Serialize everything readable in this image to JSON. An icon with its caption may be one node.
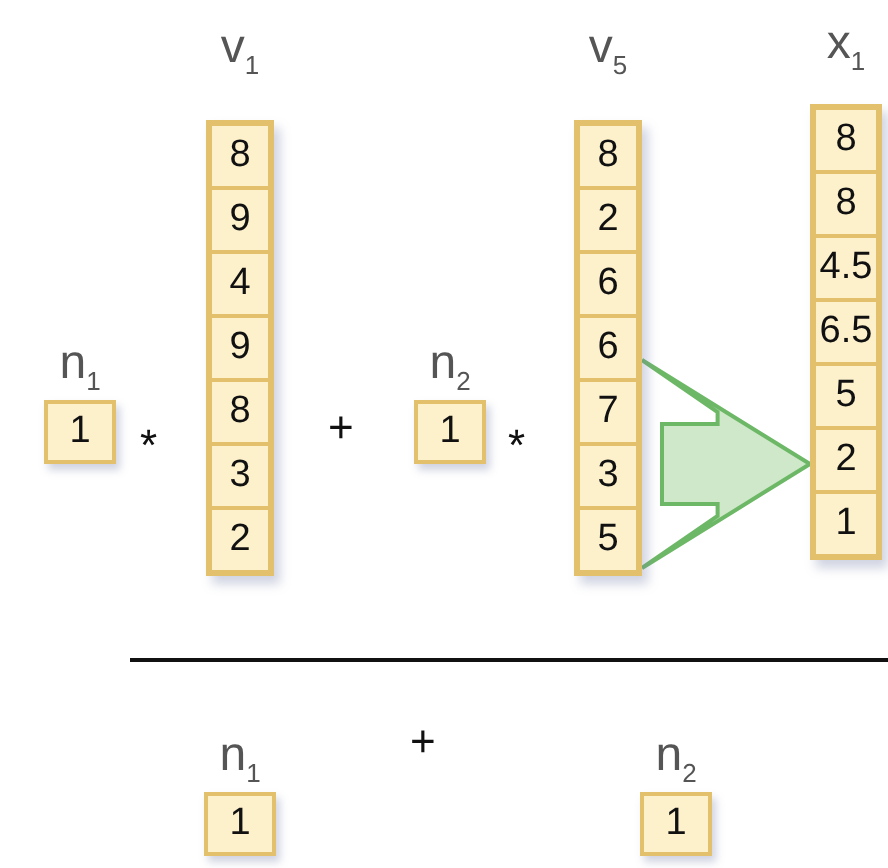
{
  "diagram": {
    "nodes": [
      {
        "text": [
          "n$_{1}$",
          "1"
        ]
      },
      {
        "text": [
          "v$_{1}$"
        ]
      },
      {
        "text": [
          "8"
        ],
        "in": 1
      },
      {
        "text": [
          "9"
        ],
        "in": 1
      },
      {
        "text": [
          "4"
        ],
        "in": 1
      },
      {
        "text": [
          "9"
        ],
        "in": 1
      },
      {
        "text": [
          "8"
        ],
        "in": 1
      },
      {
        "text": [
          "3"
        ],
        "in": 1
      },
      {
        "text": [
          "2"
        ],
        "in": 1
      },
      {
        "text": [
          "n$_{2}$",
          "1"
        ]
      },
      {
        "text": [
          "v$_{5}$"
        ]
      },
      {
        "text": [
          "8"
        ],
        "in": 10
      },
      {
        "text": [
          "2"
        ],
        "in": 10
      },
      {
        "text": [
          "6"
        ],
        "in": 10
      },
      {
        "text": [
          "6"
        ],
        "in": 10
      },
      {
        "text": [
          "7"
        ],
        "in": 10
      },
      {
        "text": [
          "3"
        ],
        "in": 10
      },
      {
        "text": [
          "5"
        ],
        "in": 10
      },
      {
        "text": [
          "x$_{1}$"
        ]
      },
      {
        "text": [
          "8"
        ],
        "in": 18
      },
      {
        "text": [
          "8"
        ],
        "in": 18
      },
      {
        "text": [
          "4.5"
        ],
        "in": 18
      },
      {
        "text": [
          "6.5"
        ],
        "in": 18
      },
      {
        "text": [
          "5"
        ],
        "in": 18
      },
      {
        "text": [
          "2"
        ],
        "in": 18
      },
      {
        "text": [
          "1"
        ],
        "in": 18
      },
      {
        "text": [
          "n$_{1}$",
          "1"
        ]
      },
      {
        "text": [
          "n$_{2}$",
          "1"
        ]
      }
    ],
    "edges": [
      {
        "from": 10,
        "to": 18,
        "arrow": "to"
      }
    ],
    "labels": [
      "*",
      "+",
      "*",
      "+"
    ]
  }
}
